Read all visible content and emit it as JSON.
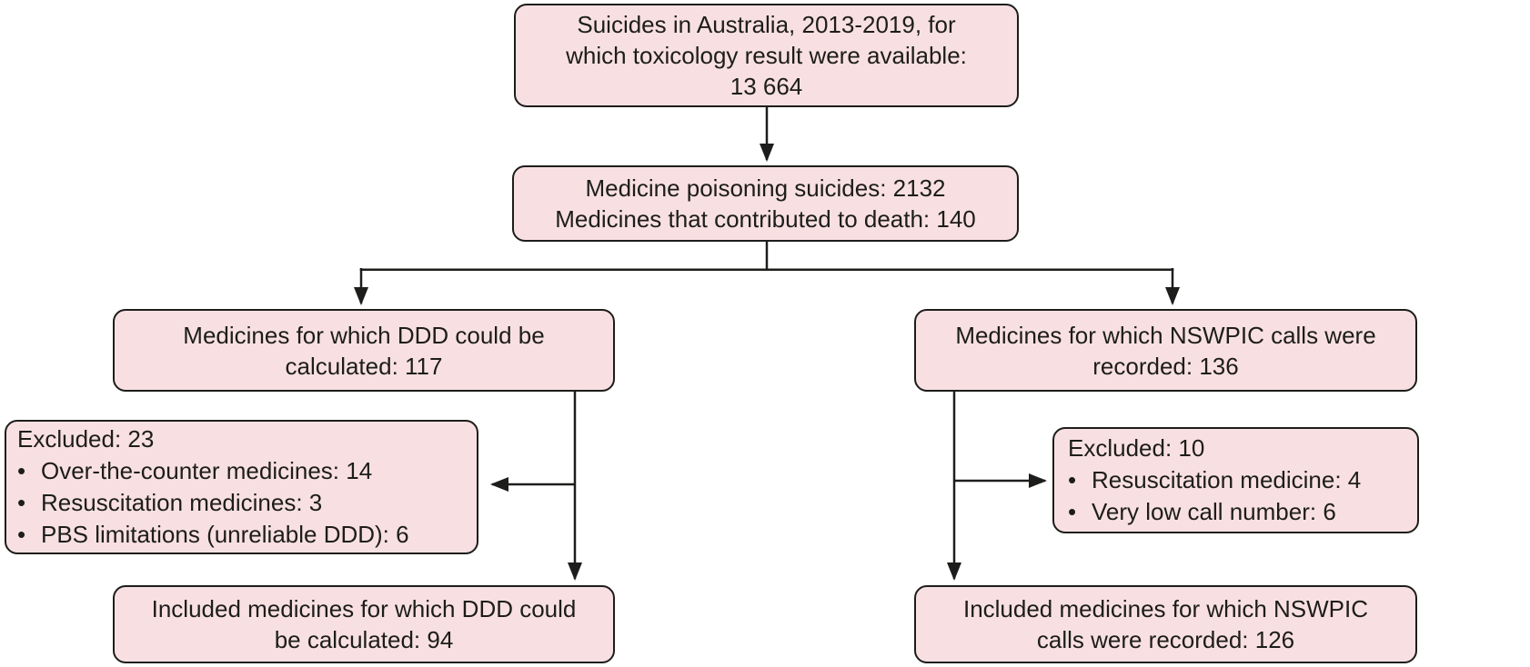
{
  "colors": {
    "box_fill": "#f8e0e2",
    "box_border": "#1d1d1b",
    "text": "#1d1d1b",
    "arrow": "#1d1d1b"
  },
  "bullet": "•",
  "boxes": {
    "total_suicides": {
      "lines": [
        "Suicides in Australia, 2013-2019, for",
        "which toxicology result were available:",
        "13 664"
      ]
    },
    "medicine_poisoning": {
      "lines": [
        "Medicine poisoning suicides: 2132",
        "Medicines that contributed to death: 140"
      ]
    },
    "ddd_calculated": {
      "lines": [
        "Medicines for which DDD could be",
        "calculated: 117"
      ]
    },
    "nswpic_recorded": {
      "lines": [
        "Medicines for which NSWPIC calls were",
        "recorded: 136"
      ]
    },
    "excluded_ddd": {
      "title": "Excluded: 23",
      "items": [
        "Over-the-counter medicines: 14",
        "Resuscitation medicines: 3",
        "PBS limitations (unreliable DDD): 6"
      ]
    },
    "excluded_nswpic": {
      "title": "Excluded: 10",
      "items": [
        "Resuscitation medicine: 4",
        "Very low call number: 6"
      ]
    },
    "included_ddd": {
      "lines": [
        "Included medicines for which DDD could",
        "be calculated: 94"
      ]
    },
    "included_nswpic": {
      "lines": [
        "Included medicines for which NSWPIC",
        "calls were recorded: 126"
      ]
    }
  },
  "flow": [
    {
      "from": "total_suicides",
      "to": "medicine_poisoning"
    },
    {
      "from": "medicine_poisoning",
      "to": "ddd_calculated"
    },
    {
      "from": "medicine_poisoning",
      "to": "nswpic_recorded"
    },
    {
      "from": "ddd_calculated",
      "to": "excluded_ddd"
    },
    {
      "from": "ddd_calculated",
      "to": "included_ddd"
    },
    {
      "from": "nswpic_recorded",
      "to": "excluded_nswpic"
    },
    {
      "from": "nswpic_recorded",
      "to": "included_nswpic"
    }
  ]
}
